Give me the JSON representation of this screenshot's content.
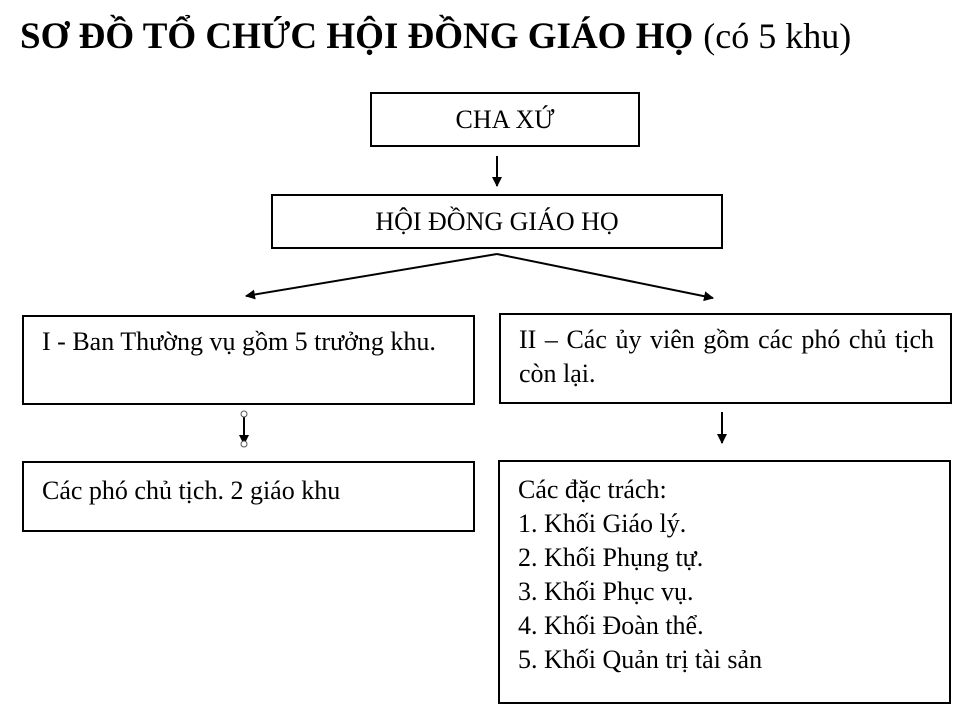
{
  "title": {
    "bold": "SƠ ĐỒ TỔ CHỨC HỘI ĐỒNG GIÁO HỌ",
    "normal": "(có 5 khu)"
  },
  "nodes": {
    "cha_xu": "CHA XỨ",
    "hoi_dong": "HỘI ĐỒNG GIÁO HỌ",
    "ban_thuong_vu": "I - Ban Thường vụ gồm 5 trưởng khu.",
    "uy_vien": "II – Các ủy viên gồm các phó chủ tịch còn lại.",
    "pho_chu_tich": "Các phó chủ tịch. 2 giáo khu",
    "dac_trach": {
      "heading": "Các đặc trách:",
      "items": [
        "1. Khối Giáo lý.",
        "2. Khối Phụng tự.",
        "3. Khối Phục vụ.",
        "4. Khối Đoàn thể.",
        "5. Khối Quản trị tài sản"
      ]
    }
  }
}
